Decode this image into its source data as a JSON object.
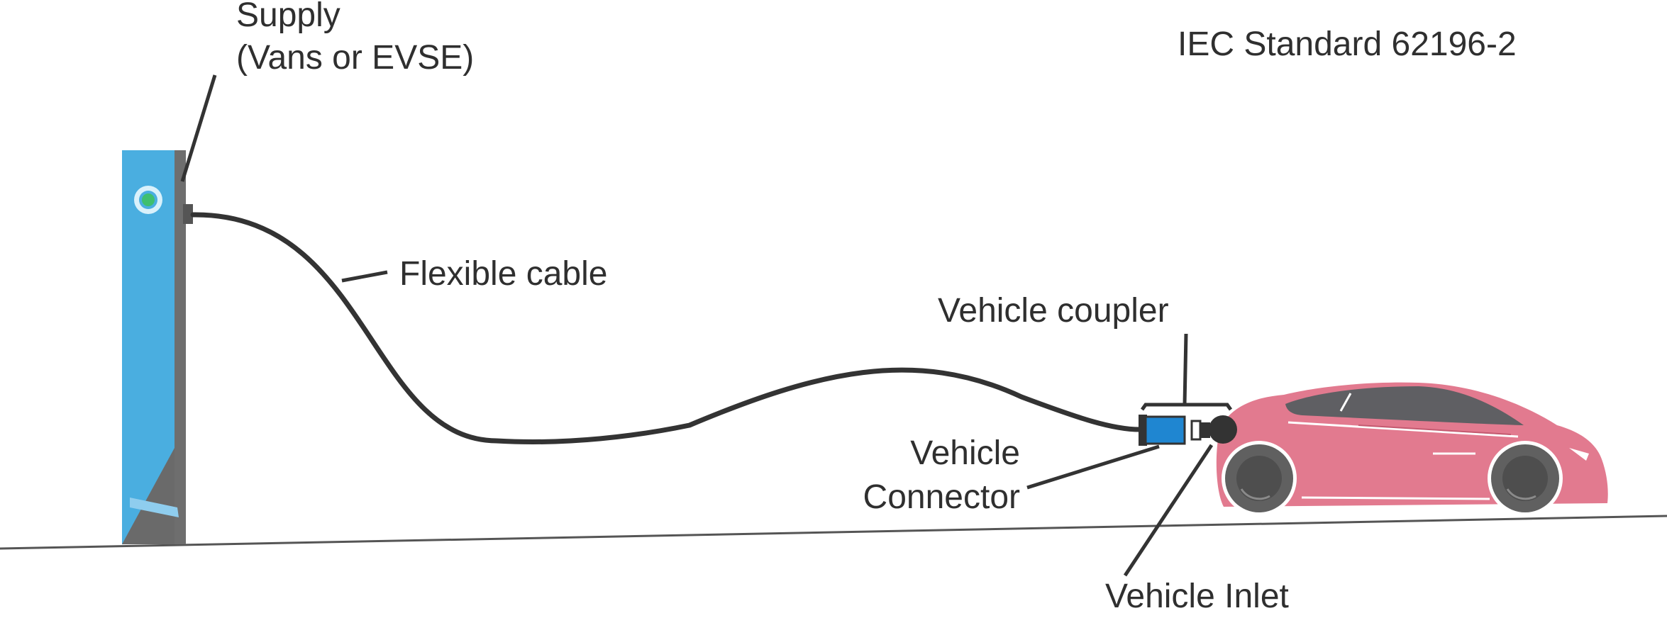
{
  "labels": {
    "supply_line1": "Supply",
    "supply_line2": "(Vans or EVSE)",
    "standard": "IEC Standard 62196-2",
    "flexible_cable": "Flexible cable",
    "vehicle_coupler": "Vehicle coupler",
    "vehicle_connector_line1": "Vehicle",
    "vehicle_connector_line2": "Connector",
    "vehicle_inlet": "Vehicle Inlet"
  },
  "colors": {
    "charger_body": "#4aaee0",
    "charger_side": "#6e6e6e",
    "charger_led_ring": "#d9f1fb",
    "charger_led": "#3fbf6f",
    "cable": "#333333",
    "connector": "#1f86d1",
    "car_body": "#e27a8f",
    "car_window": "#5f5f63",
    "wheel": "#606060",
    "ground": "#555555",
    "text": "#2f2f2f"
  },
  "icons": {
    "charger": "charging-station-icon",
    "car": "electric-car-icon",
    "connector": "plug-connector-icon"
  }
}
